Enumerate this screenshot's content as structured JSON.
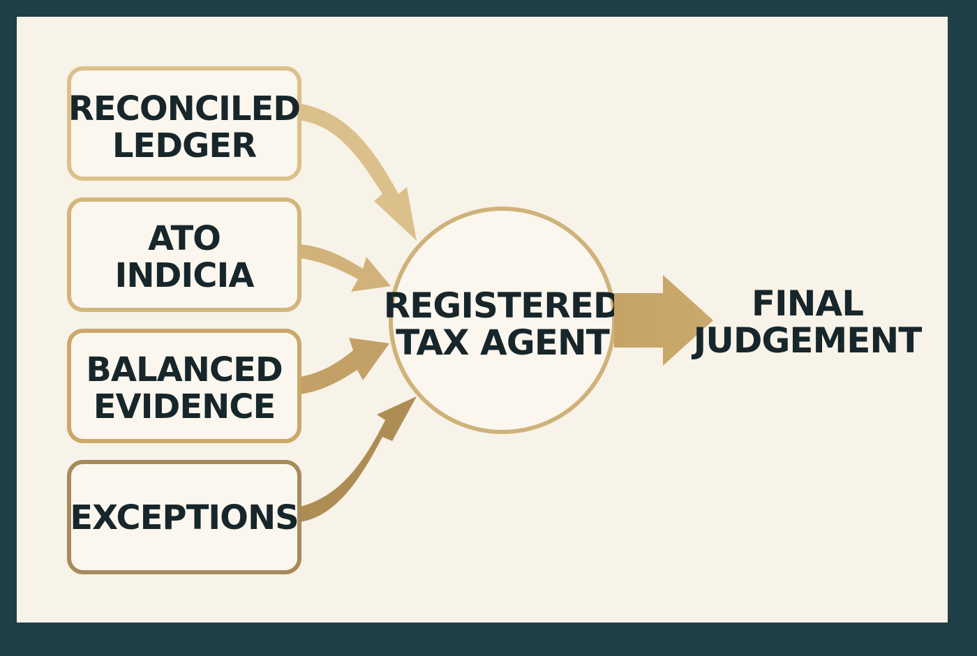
{
  "inputs": [
    {
      "lines": [
        "RECONCILED",
        "LEDGER"
      ],
      "color": "#dcc08c"
    },
    {
      "lines": [
        "ATO",
        "INDICIA"
      ],
      "color": "#d3b57c"
    },
    {
      "lines": [
        "BALANCED",
        "EVIDENCE"
      ],
      "color": "#c9a86a"
    },
    {
      "lines": [
        "EXCEPTIONS"
      ],
      "color": "#a88a5a"
    }
  ],
  "center": {
    "lines": [
      "REGISTERED",
      "TAX AGENT"
    ],
    "color": "#cfb27a"
  },
  "output": {
    "lines": [
      "FINAL",
      "JUDGEMENT"
    ]
  },
  "colors": {
    "background": "#1f3f47",
    "panel": "#f8f3e8",
    "text": "#17262a",
    "arrow": "#c8a769"
  }
}
